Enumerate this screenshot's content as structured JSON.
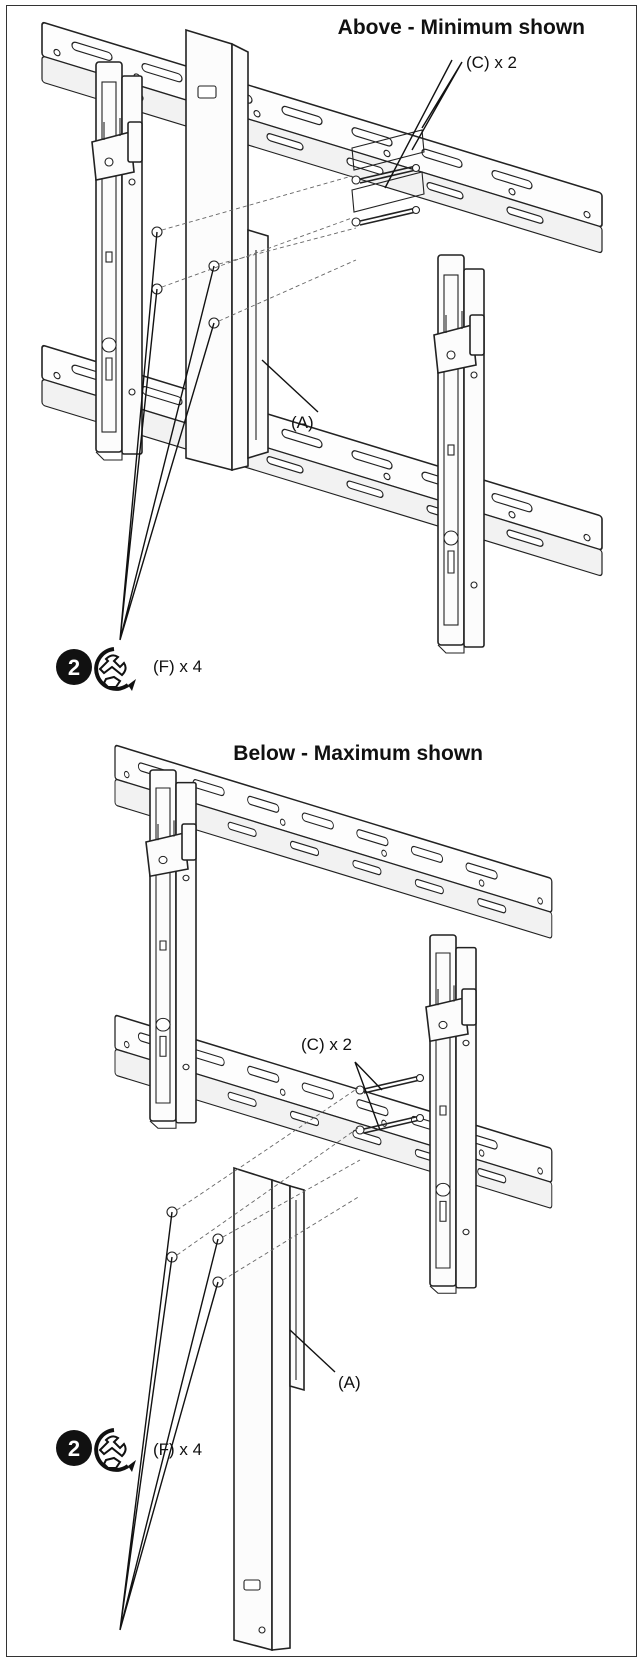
{
  "top_panel": {
    "title": "Above - Minimum shown",
    "label_c": "(C) x 2",
    "label_a": "(A)",
    "step_number": "2",
    "label_f": "(F) x 4",
    "icon": "wrench-tighten-icon"
  },
  "bottom_panel": {
    "title": "Below - Maximum shown",
    "label_c": "(C) x 2",
    "label_a": "(A)",
    "step_number": "2",
    "label_f": "(F) x 4",
    "icon": "wrench-tighten-icon"
  },
  "colors": {
    "line": "#222222",
    "background": "#ffffff",
    "step_badge": "#111111"
  }
}
